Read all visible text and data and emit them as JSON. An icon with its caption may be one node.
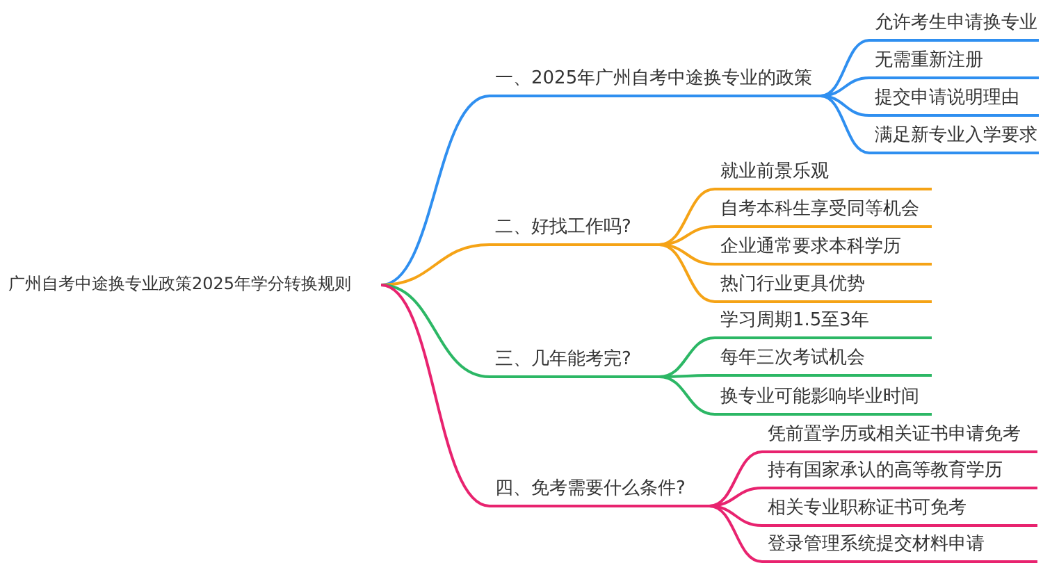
{
  "diagram": {
    "nodes": [
      {
        "text": [
          "广州自考中途换专业政策2025年学分转换规则"
        ]
      },
      {
        "text": [
          "一、2025年广州自考中途换专业的政策"
        ]
      },
      {
        "text": [
          "允许考生申请换专业"
        ]
      },
      {
        "text": [
          "无需重新注册"
        ]
      },
      {
        "text": [
          "提交申请说明理由"
        ]
      },
      {
        "text": [
          "满足新专业入学要求"
        ]
      },
      {
        "text": [
          "二、好找工作吗?"
        ]
      },
      {
        "text": [
          "就业前景乐观"
        ]
      },
      {
        "text": [
          "自考本科生享受同等机会"
        ]
      },
      {
        "text": [
          "企业通常要求本科学历"
        ]
      },
      {
        "text": [
          "热门行业更具优势"
        ]
      },
      {
        "text": [
          "三、几年能考完?"
        ]
      },
      {
        "text": [
          "学习周期1.5至3年"
        ]
      },
      {
        "text": [
          "每年三次考试机会"
        ]
      },
      {
        "text": [
          "换专业可能影响毕业时间"
        ]
      },
      {
        "text": [
          "四、免考需要什么条件?"
        ]
      },
      {
        "text": [
          "凭前置学历或相关证书申请免考"
        ]
      },
      {
        "text": [
          "持有国家承认的高等教育学历"
        ]
      },
      {
        "text": [
          "相关专业职称证书可免考"
        ]
      },
      {
        "text": [
          "登录管理系统提交材料申请"
        ]
      }
    ],
    "edges": [
      {
        "from": 0,
        "to": 1,
        "arrow": "none",
        "color": "#2f8ff0"
      },
      {
        "from": 1,
        "to": 2,
        "arrow": "none",
        "color": "#2f8ff0"
      },
      {
        "from": 1,
        "to": 3,
        "arrow": "none",
        "color": "#2f8ff0"
      },
      {
        "from": 1,
        "to": 4,
        "arrow": "none",
        "color": "#2f8ff0"
      },
      {
        "from": 1,
        "to": 5,
        "arrow": "none",
        "color": "#2f8ff0"
      },
      {
        "from": 0,
        "to": 6,
        "arrow": "none",
        "color": "#f5a316"
      },
      {
        "from": 6,
        "to": 7,
        "arrow": "none",
        "color": "#f5a316"
      },
      {
        "from": 6,
        "to": 8,
        "arrow": "none",
        "color": "#f5a316"
      },
      {
        "from": 6,
        "to": 9,
        "arrow": "none",
        "color": "#f5a316"
      },
      {
        "from": 6,
        "to": 10,
        "arrow": "none",
        "color": "#f5a316"
      },
      {
        "from": 0,
        "to": 11,
        "arrow": "none",
        "color": "#2cb765"
      },
      {
        "from": 11,
        "to": 12,
        "arrow": "none",
        "color": "#2cb765"
      },
      {
        "from": 11,
        "to": 13,
        "arrow": "none",
        "color": "#2cb765"
      },
      {
        "from": 11,
        "to": 14,
        "arrow": "none",
        "color": "#2cb765"
      },
      {
        "from": 0,
        "to": 15,
        "arrow": "none",
        "color": "#e8236f"
      },
      {
        "from": 15,
        "to": 16,
        "arrow": "none",
        "color": "#e8236f"
      },
      {
        "from": 15,
        "to": 17,
        "arrow": "none",
        "color": "#e8236f"
      },
      {
        "from": 15,
        "to": 18,
        "arrow": "none",
        "color": "#e8236f"
      },
      {
        "from": 15,
        "to": 19,
        "arrow": "none",
        "color": "#e8236f"
      }
    ]
  }
}
